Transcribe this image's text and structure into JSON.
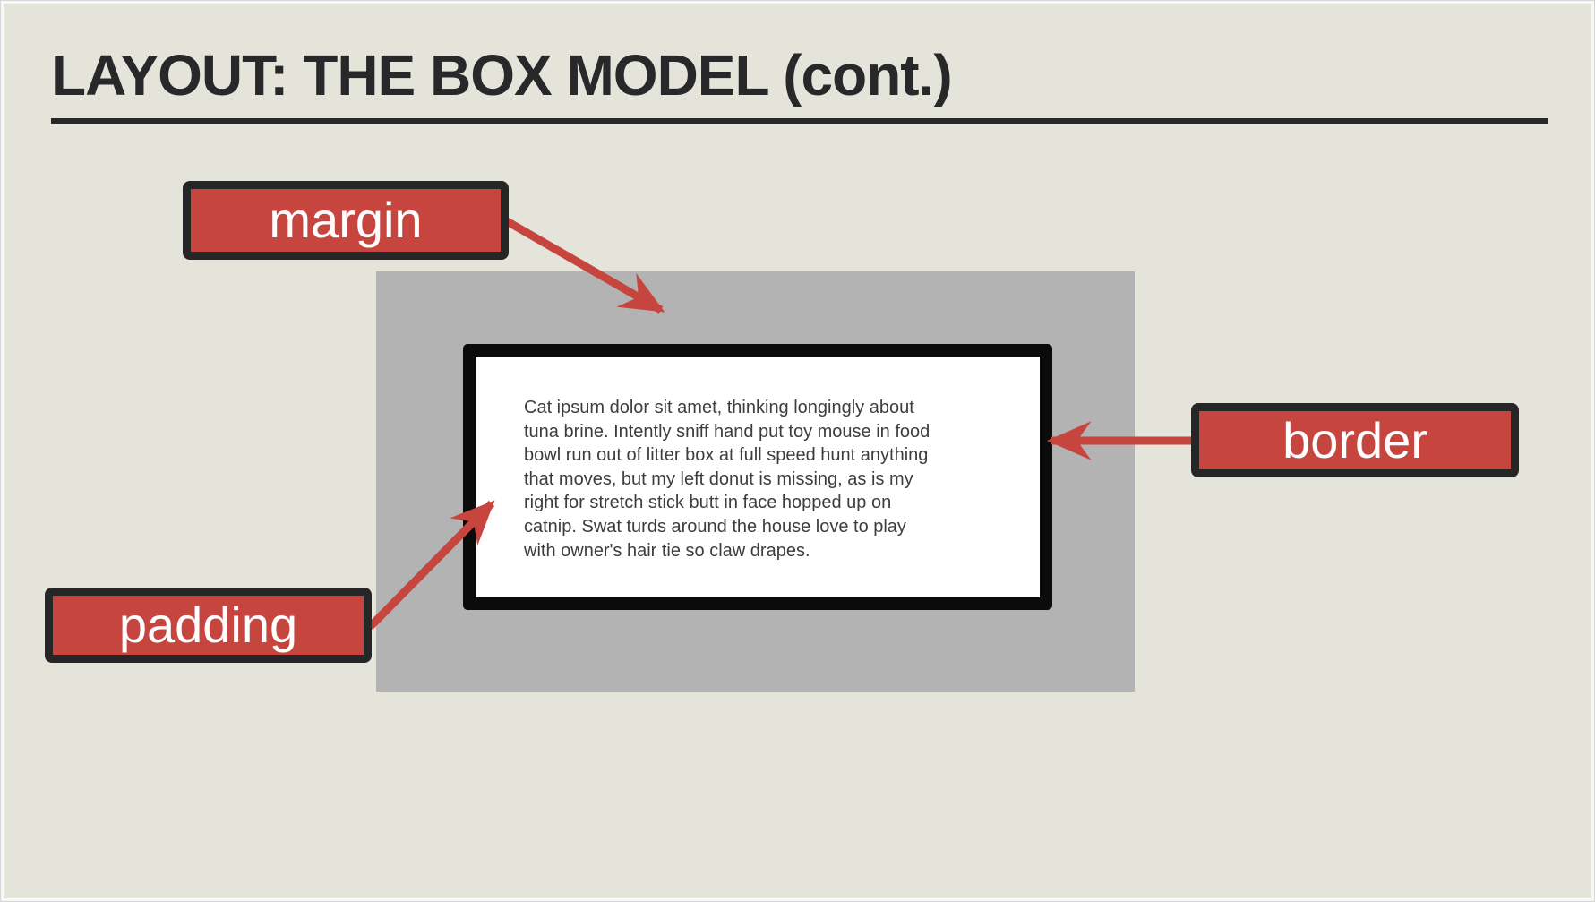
{
  "slide": {
    "title": "LAYOUT: THE BOX MODEL (cont.)",
    "diagram": {
      "content_text": "Cat ipsum dolor sit amet, thinking longingly about\ntuna brine. Intently sniff hand put toy mouse in food\nbowl run out of litter box at full speed hunt anything\nthat moves, but my left donut is missing, as is my\nright for stretch stick butt in face hopped up on\ncatnip. Swat turds around the house love to play\nwith owner's hair tie so claw drapes.",
      "labels": {
        "margin": "margin",
        "border": "border",
        "padding": "padding"
      }
    },
    "colors": {
      "background": "#e4e4da",
      "margin_area_gray": "#b3b3b3",
      "accent_red": "#c7453f",
      "label_frame": "#262626",
      "content_box_bg": "#ffffff",
      "content_box_border": "#0b0b0b",
      "title_text": "#28282a",
      "body_text": "#3d3d3d",
      "label_text": "#ffffff"
    }
  }
}
